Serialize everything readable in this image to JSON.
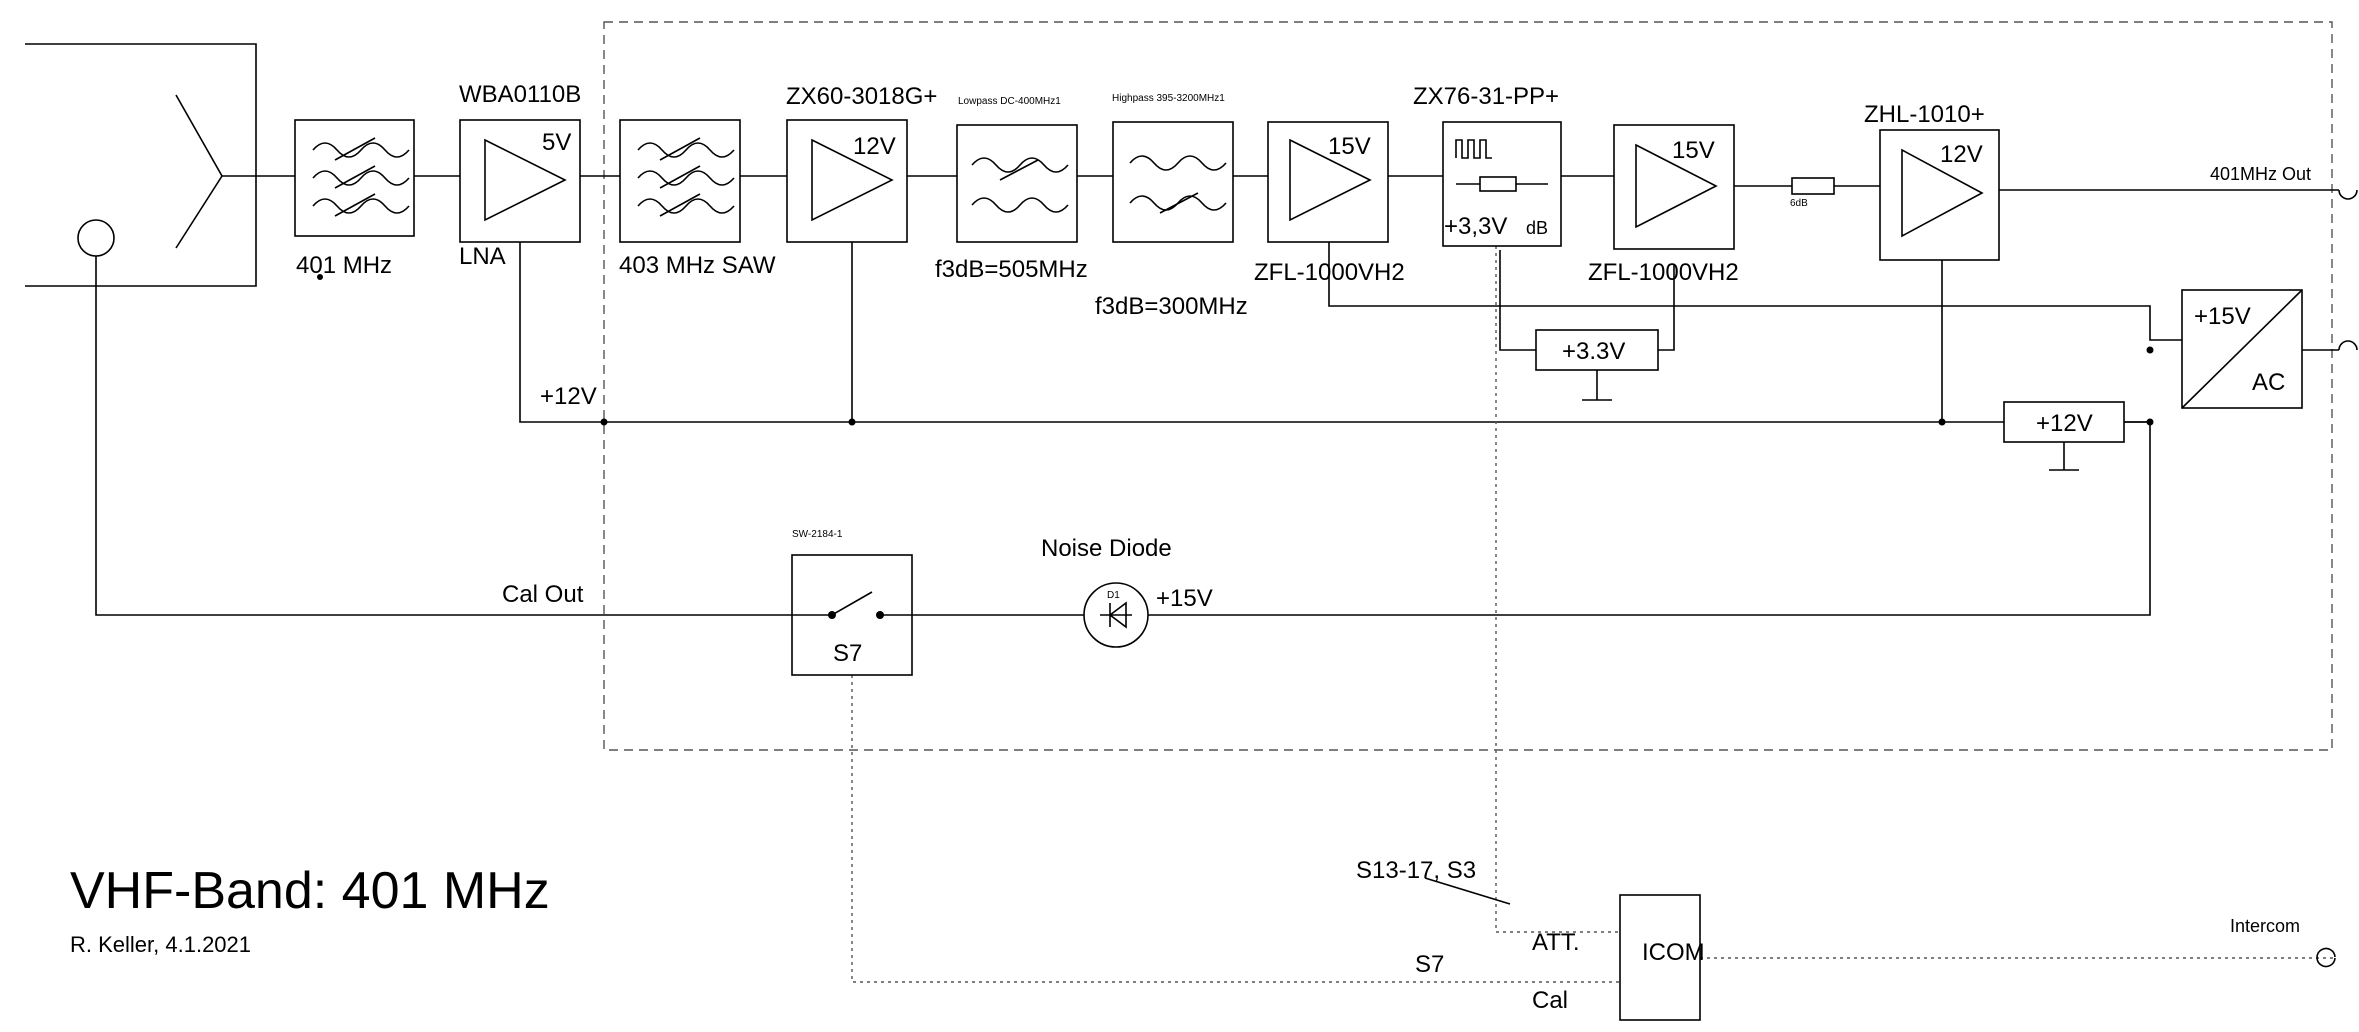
{
  "title": "VHF-Band:  401 MHz",
  "author": "R. Keller, 4.1.2021",
  "components": {
    "filter_401": "401 MHz",
    "lna_model": "WBA0110B",
    "lna_voltage": "5V",
    "lna_label": "LNA",
    "saw_label": "403 MHz SAW",
    "amp1_model": "ZX60-3018G+",
    "amp1_voltage": "12V",
    "lowpass_title": "Lowpass DC-400MHz1",
    "lowpass_f3db": "f3dB=505MHz",
    "highpass_title": "Highpass 395-3200MHz1",
    "highpass_f3db": "f3dB=300MHz",
    "amp2_voltage": "15V",
    "amp2_model": "ZFL-1000VH2",
    "att_model": "ZX76-31-PP+",
    "att_voltage": "+3,3V",
    "att_unit": "dB",
    "amp3_voltage": "15V",
    "amp3_model": "ZFL-1000VH2",
    "pad_label": "6dB",
    "amp4_model": "ZHL-1010+",
    "amp4_voltage": "12V",
    "reg33": "+3.3V",
    "reg12": "+12V",
    "psu_out": "+15V",
    "psu_in": "AC",
    "rail12": "+12V",
    "out_label": "401MHz Out",
    "switch_model": "SW-2184-1",
    "switch_label": "S7",
    "cal_out": "Cal Out",
    "noise_diode": "Noise Diode",
    "diode_ref": "D1",
    "diode_voltage": "+15V",
    "icom": "ICOM",
    "icom_att": "ATT.",
    "icom_cal": "Cal",
    "s13_label": "S13-17, S3",
    "s7_label": "S7",
    "intercom": "Intercom"
  }
}
